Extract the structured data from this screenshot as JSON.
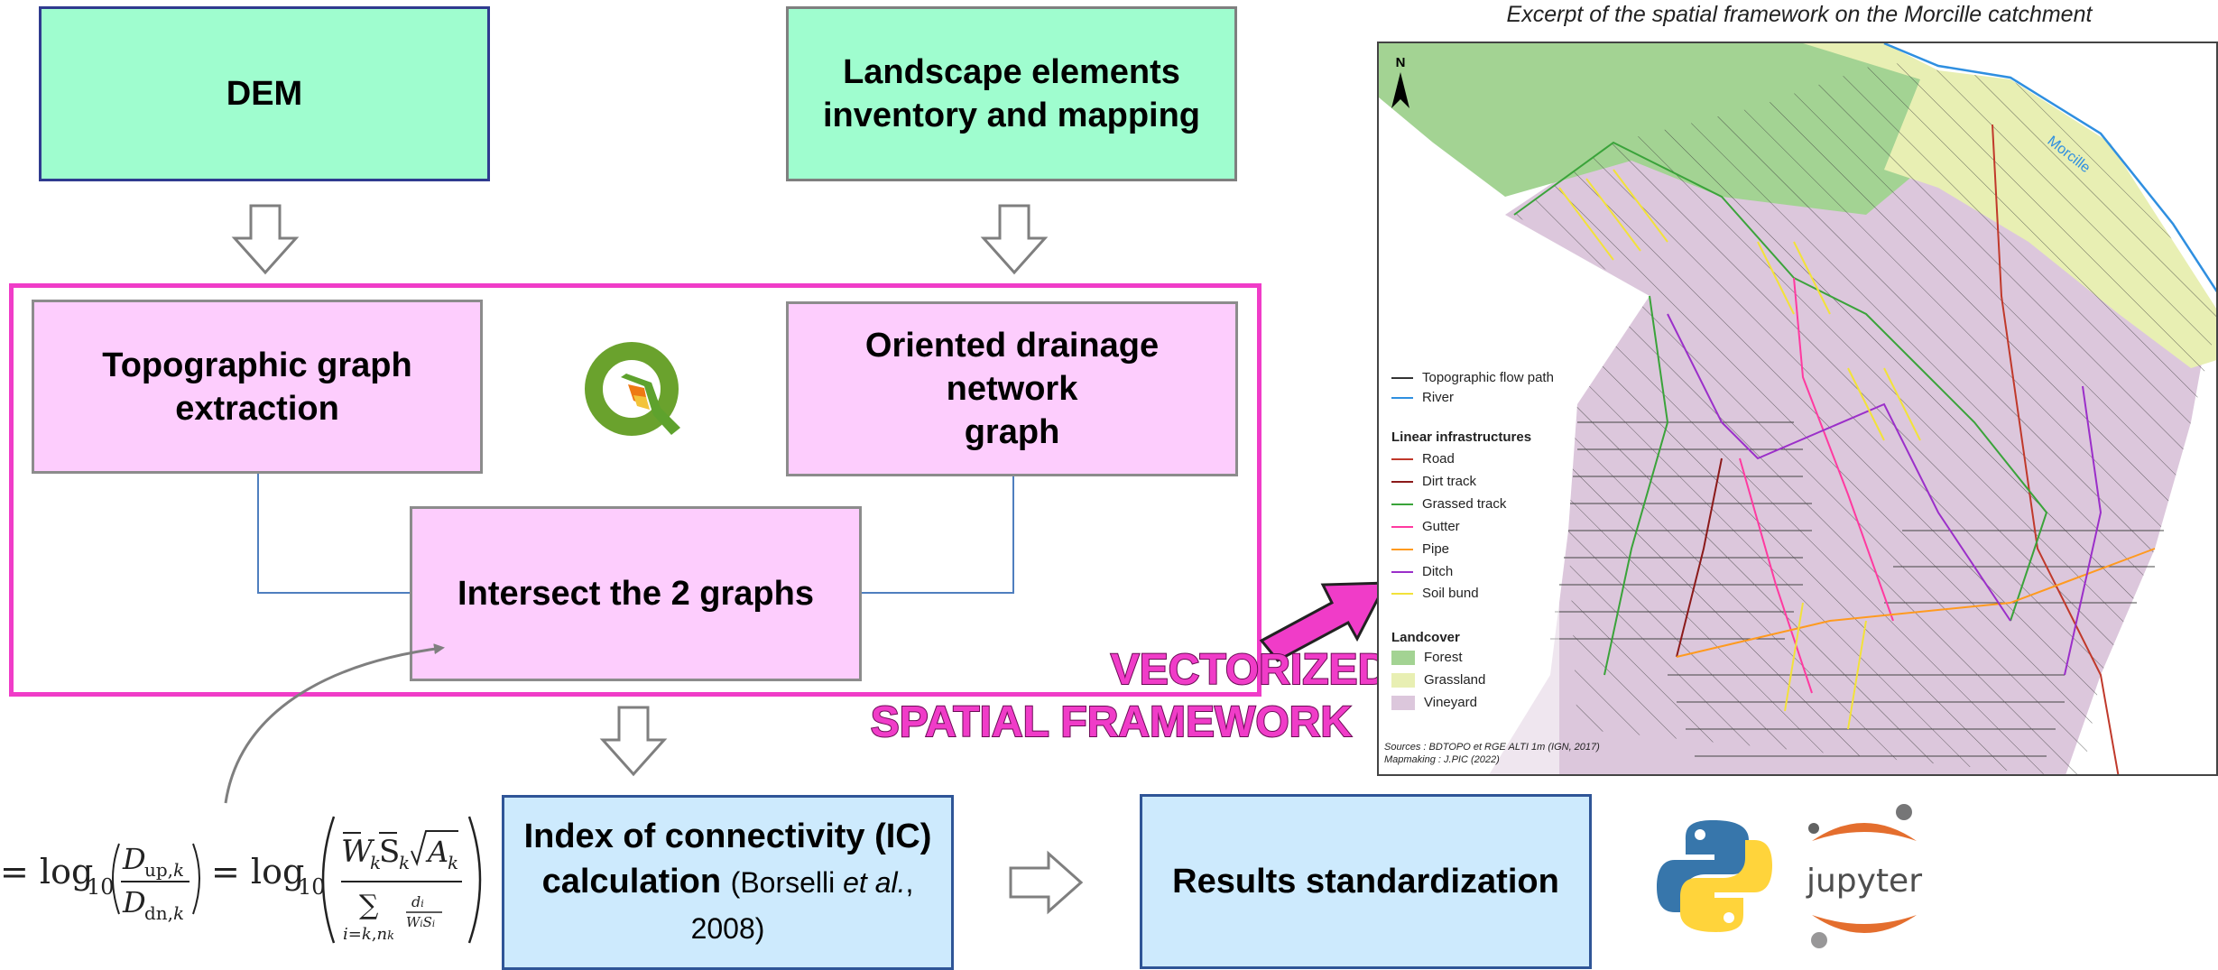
{
  "boxes": {
    "dem": "DEM",
    "landscape_line1": "Landscape elements",
    "landscape_line2": "inventory and mapping",
    "topo_line1": "Topographic graph",
    "topo_line2": "extraction",
    "drainage_line1": "Oriented drainage network",
    "drainage_line2": "graph",
    "intersect": "Intersect the 2 graphs",
    "ic_line1": "Index of connectivity  (IC)",
    "ic_line2_bold": "calculation",
    "ic_cite_author": "(Borselli ",
    "ic_cite_etal": "et al.",
    "ic_cite_year": ", 2008)",
    "results": "Results standardization"
  },
  "vectorized": {
    "line1": "VECTORIZED",
    "line2": "SPATIAL FRAMEWORK"
  },
  "map": {
    "title": "Excerpt of the spatial framework on the Morcille catchment",
    "north": "N",
    "river_name": "Morcille",
    "legend_flow": "Topographic flow path",
    "legend_river": "River",
    "linear_title": "Linear infrastructures",
    "linear_items": [
      "Road",
      "Dirt track",
      "Grassed track",
      "Gutter",
      "Pipe",
      "Ditch",
      "Soil bund"
    ],
    "landcover_title": "Landcover",
    "landcover_items": [
      "Forest",
      "Grassland",
      "Vineyard"
    ],
    "sources": "Sources : BDTOPO et RGE ALTI 1m (IGN, 2017)",
    "mapmaking": "Mapmaking : J.PIC (2022)"
  },
  "colors": {
    "green_box": "#9ffdcf",
    "pink_box": "#fdcdfd",
    "blue_box": "#cdeafd",
    "frame_magenta": "#f03cc8",
    "forest": "#a3d393",
    "grassland": "#e8efb3",
    "vineyard": "#dcc7dc",
    "river": "#2f8fe0",
    "road": "#c0392b",
    "dirt_track": "#8b1a1a",
    "grassed_track": "#3aa33a",
    "gutter": "#ff3aa0",
    "pipe": "#ff9a1f",
    "ditch": "#9b2fc9",
    "soil_bund": "#f2e23a"
  },
  "logos": {
    "jupyter": "jupyter"
  }
}
